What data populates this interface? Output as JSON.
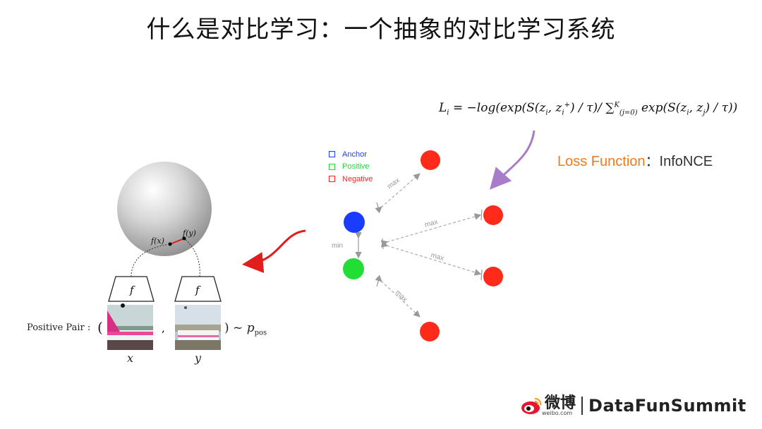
{
  "title": "什么是对比学习：一个抽象的对比学习系统",
  "formula": {
    "lhs": "L",
    "lhs_sub": "i",
    "eq": " = −log(exp(S(z",
    "i1": "i",
    "comma1": ", z",
    "i2": "i",
    "sup_plus": "+",
    "mid": ") / τ)/ ∑",
    "sum_sub": "(j=0)",
    "sum_sup": "K",
    "tail": " exp(S(z",
    "i3": "i",
    "comma2": ", z",
    "j": "j",
    "end": ") / τ))"
  },
  "loss_function": {
    "name": "Loss Function",
    "sep": "：",
    "value": "InfoNCE"
  },
  "legend": [
    {
      "label": "Anchor",
      "color": "#1a3cff"
    },
    {
      "label": "Positive",
      "color": "#22dd33"
    },
    {
      "label": "Negative",
      "color": "#ff2222"
    }
  ],
  "edge_labels": {
    "max": "max",
    "min": "min"
  },
  "sphere": {
    "fx": "f(x)",
    "fy": "f(y)"
  },
  "encoder_label": "f",
  "pair": {
    "label": "Positive Pair :",
    "open": "(",
    "comma": ",",
    "close": ") ~ ",
    "p": "p",
    "p_sub": "pos",
    "x": "x",
    "y": "y"
  },
  "logo": {
    "weibo": "微博",
    "weibo_sub": "weibo.com",
    "brand": "DataFunSummit"
  },
  "colors": {
    "anchor": "#1a3cff",
    "positive": "#22dd33",
    "negative": "#ff2222",
    "orange": "#f07a1e",
    "purple": "#a77cc9",
    "red_arrow": "#e11d1d"
  }
}
